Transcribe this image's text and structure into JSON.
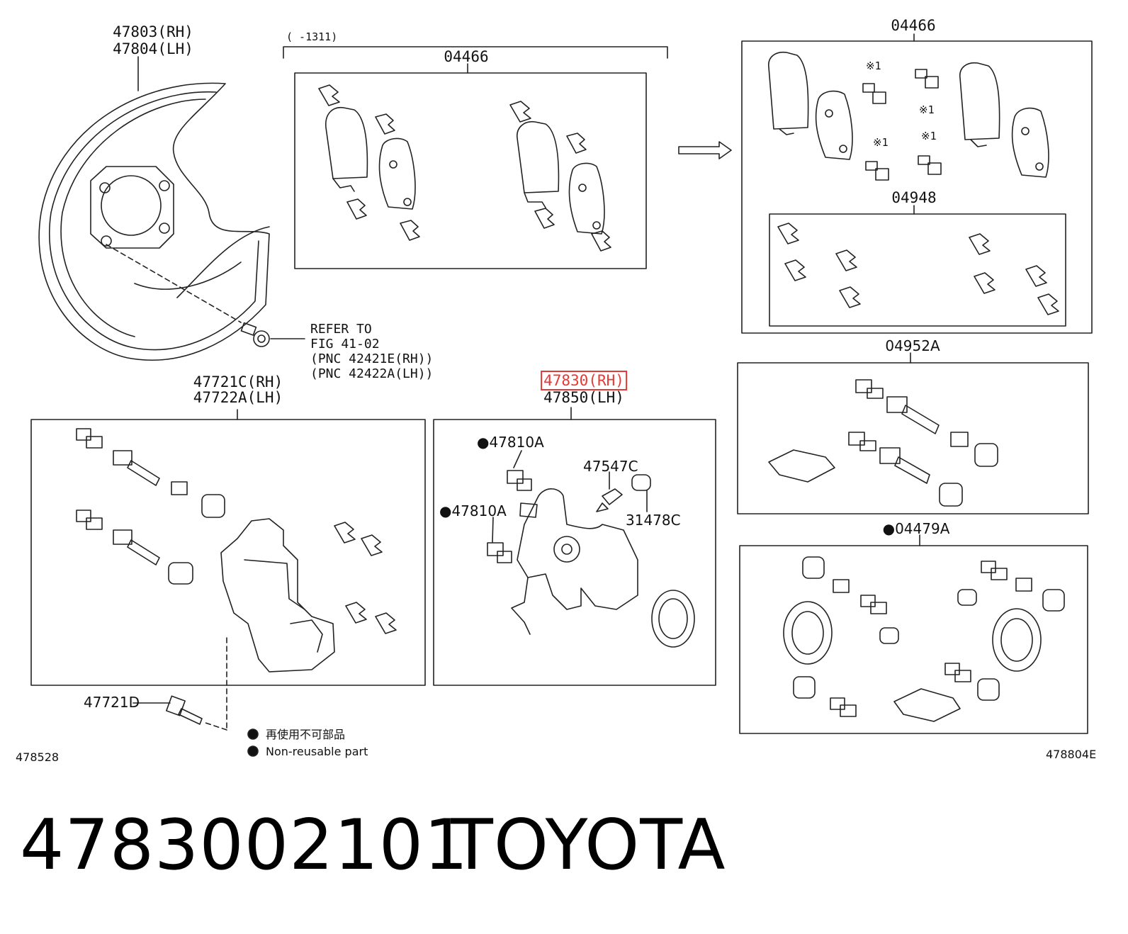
{
  "labels": {
    "shield_rh": "47803(RH)",
    "shield_lh": "47804(LH)",
    "bracket_code": "(      -1311)",
    "pad_kit_top": "04466",
    "pad_kit_right": "04466",
    "fitting_kit": "04948",
    "note_mark_1": "※1",
    "refer_line1": "REFER TO",
    "refer_line2": "FIG 41-02",
    "refer_line3": "(PNC 42421E(RH))",
    "refer_line4": "(PNC 42422A(LH))",
    "mounting_rh": "47721C(RH)",
    "mounting_lh": "47722A(LH)",
    "caliper_rh": "47830(RH)",
    "caliper_lh": "47850(LH)",
    "bolt_a1": "●47810A",
    "bolt_a2": "●47810A",
    "plug": "47547C",
    "cap": "31478C",
    "bolt_d": "47721D",
    "slide_kit": "04952A",
    "seal_kit": "●04479A",
    "legend_jp": "再使用不可部品",
    "legend_en": "Non-reusable part",
    "fig_left": "478528",
    "fig_right": "478804E"
  },
  "footer": {
    "part_number": "4783002101",
    "brand": "TOYOTA"
  }
}
